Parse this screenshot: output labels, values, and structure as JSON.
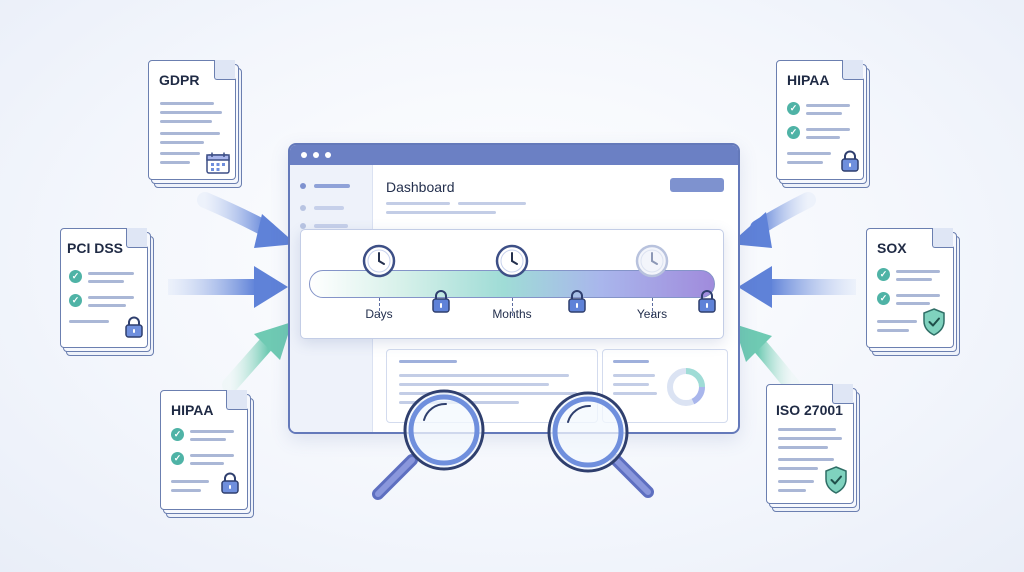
{
  "dashboard": {
    "title": "Dashboard"
  },
  "timeline": {
    "labels": [
      "Days",
      "Months",
      "Years"
    ]
  },
  "documents": {
    "gdpr": "GDPR",
    "pci": "PCI DSS",
    "hipaa_left": "HIPAA",
    "hipaa_right": "HIPAA",
    "sox": "SOX",
    "iso": "ISO 27001"
  },
  "icons": {
    "check": "check-icon",
    "lock": "lock-icon",
    "shield": "shield-check-icon",
    "calendar": "calendar-icon",
    "clock": "clock-icon",
    "magnifier": "magnifier-icon"
  },
  "colors": {
    "accent": "#6b80c4",
    "check": "#4fb3a6",
    "arrow_blue": "#6f8fdd",
    "arrow_teal": "#7fd2be"
  }
}
